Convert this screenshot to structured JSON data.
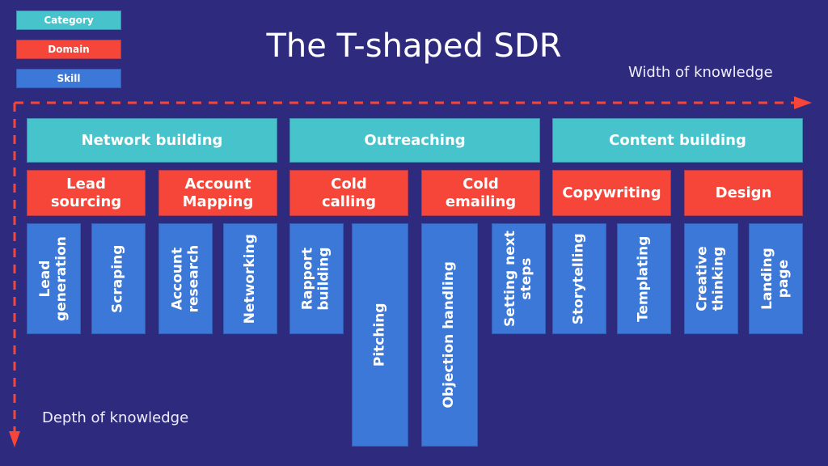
{
  "title": "The T-shaped SDR",
  "legend": [
    {
      "label": "Category",
      "color": "#47c3cb"
    },
    {
      "label": "Domain",
      "color": "#f64539"
    },
    {
      "label": "Skill",
      "color": "#3c78d8"
    }
  ],
  "axes": {
    "width_label": "Width of knowledge",
    "depth_label": "Depth of knowledge",
    "arrow_color": "#f64539"
  },
  "categories": [
    {
      "label": "Network building",
      "domains": [
        {
          "label": "Lead\nsourcing",
          "skills": [
            {
              "label": "Lead\ngeneration",
              "depth": "shallow"
            },
            {
              "label": "Scraping",
              "depth": "shallow"
            }
          ]
        },
        {
          "label": "Account\nMapping",
          "skills": [
            {
              "label": "Account\nresearch",
              "depth": "shallow"
            },
            {
              "label": "Networking",
              "depth": "shallow"
            }
          ]
        }
      ]
    },
    {
      "label": "Outreaching",
      "domains": [
        {
          "label": "Cold\ncalling",
          "skills": [
            {
              "label": "Rapport\nbuilding",
              "depth": "shallow"
            },
            {
              "label": "Pitching",
              "depth": "deep"
            }
          ]
        },
        {
          "label": "Cold\nemailing",
          "skills": [
            {
              "label": "Objection handling",
              "depth": "deep"
            },
            {
              "label": "Setting next\nsteps",
              "depth": "shallow"
            }
          ]
        }
      ]
    },
    {
      "label": "Content building",
      "domains": [
        {
          "label": "Copywriting",
          "skills": [
            {
              "label": "Storytelling",
              "depth": "shallow"
            },
            {
              "label": "Templating",
              "depth": "shallow"
            }
          ]
        },
        {
          "label": "Design",
          "skills": [
            {
              "label": "Creative\nthinking",
              "depth": "shallow"
            },
            {
              "label": "Landing\npage",
              "depth": "shallow"
            }
          ]
        }
      ]
    }
  ]
}
